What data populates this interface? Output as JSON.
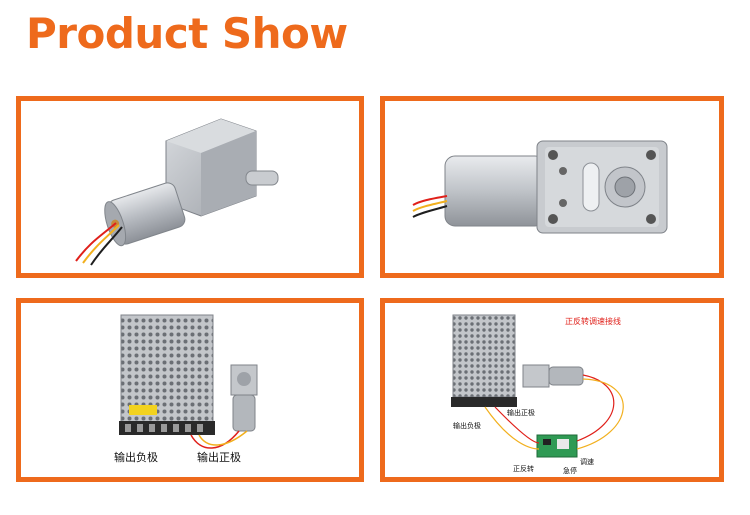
{
  "page": {
    "title": "Product Show"
  },
  "colors": {
    "accent": "#ee6a1c",
    "metal": "#b8bcc2",
    "pcb_green": "#2f9a54",
    "label_red": "#e0201a"
  },
  "panels": [
    {
      "id": "motor-side-view"
    },
    {
      "id": "motor-front-view"
    },
    {
      "id": "power-supply-wiring",
      "labels": {
        "negative": "输出负极",
        "positive": "输出正极"
      }
    },
    {
      "id": "speed-controller-wiring",
      "labels": {
        "header": "正反转调速接线",
        "positive": "输出正极",
        "negative": "输出负极",
        "forward_reverse": "正反转",
        "stop": "急停",
        "speed": "调速"
      }
    }
  ]
}
